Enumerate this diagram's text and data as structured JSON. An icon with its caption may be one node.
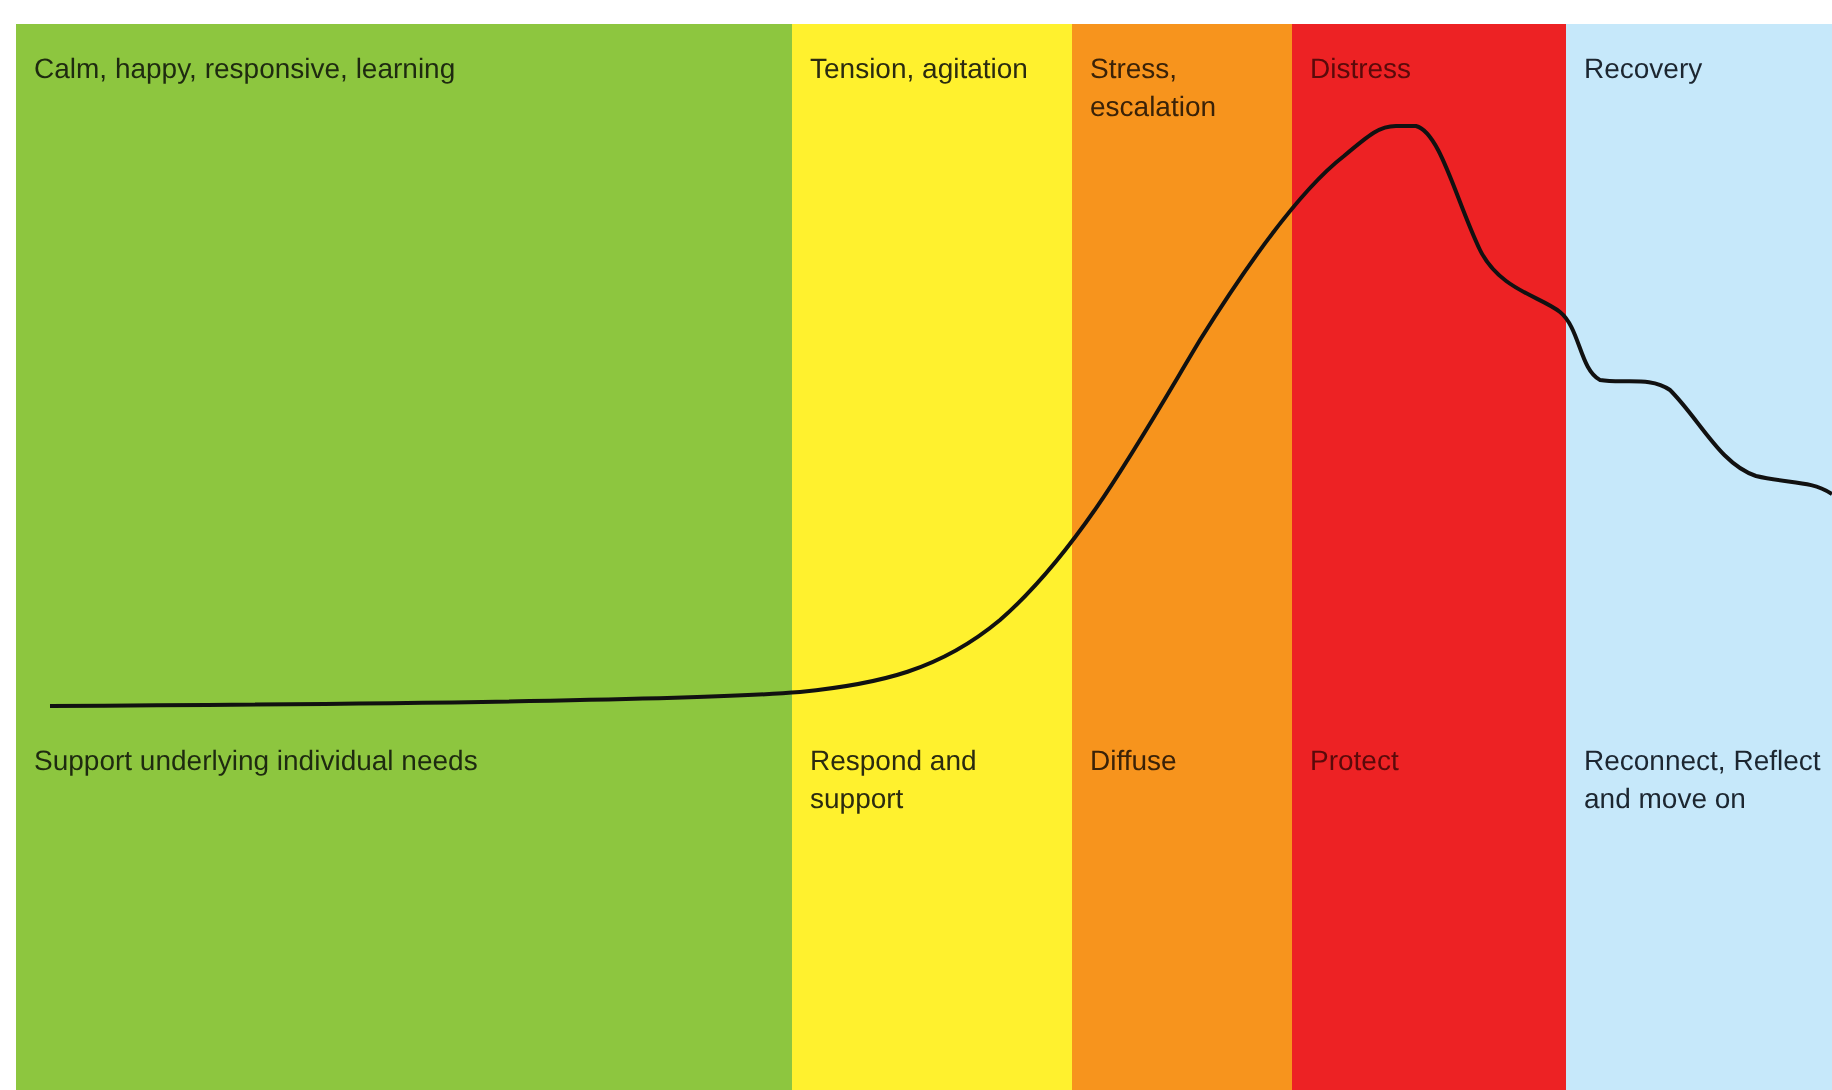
{
  "diagram": {
    "nodes": [
      {
        "text": [
          "Calm, happy, responsive, learning",
          "Support underlying individual needs"
        ]
      },
      {
        "text": [
          "Tension, agitation",
          "Respond and support"
        ]
      },
      {
        "text": [
          "Stress, escalation",
          "Diffuse"
        ]
      },
      {
        "text": [
          "Distress",
          "Protect"
        ]
      },
      {
        "text": [
          "Recovery",
          "Reconnect, Reflect and move on"
        ]
      }
    ]
  }
}
